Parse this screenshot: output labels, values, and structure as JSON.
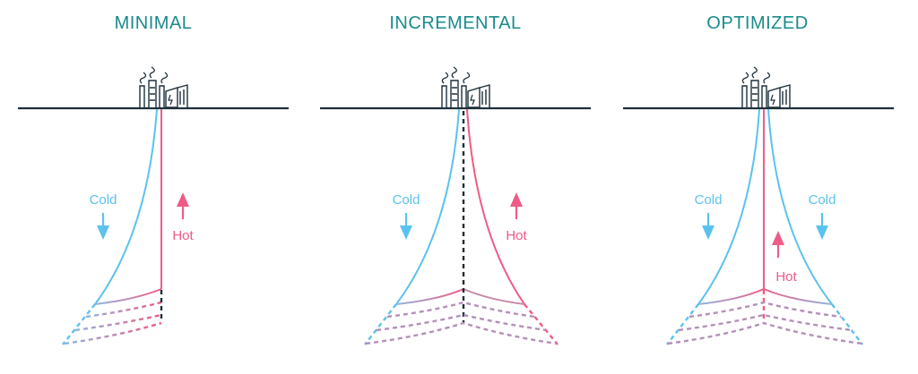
{
  "panels": [
    {
      "title": "MINIMAL",
      "labels": {
        "cold": "Cold",
        "hot": "Hot"
      }
    },
    {
      "title": "INCREMENTAL",
      "labels": {
        "cold": "Cold",
        "hot": "Hot"
      }
    },
    {
      "title": "OPTIMIZED",
      "labels": {
        "cold_left": "Cold",
        "cold_right": "Cold",
        "hot": "Hot"
      }
    }
  ],
  "colors": {
    "cold": "#5bc2ee",
    "hot": "#ef5b86",
    "ground": "#1d2f3a",
    "title": "#1a8a8c"
  }
}
